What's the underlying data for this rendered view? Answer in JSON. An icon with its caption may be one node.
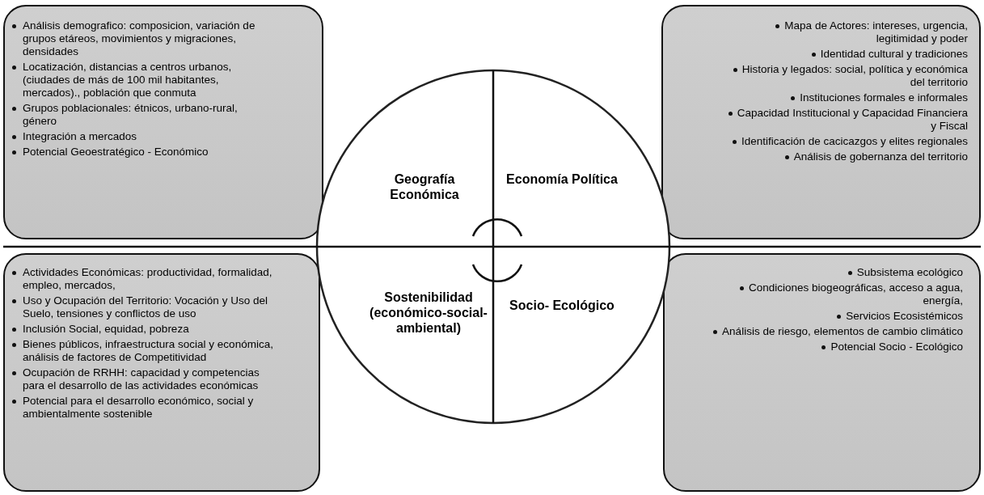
{
  "diagram": {
    "nodes": [
      {
        "text": [
          "Análisis demografico: composicion, variación de grupos etáreos, movimientos y migraciones, densidades",
          "Locatización, distancias a centros urbanos, (ciudades de más de 100 mil habitantes, mercados)., población que conmuta",
          "Grupos poblacionales: étnicos, urbano-rural, género",
          "Integración a mercados",
          "Potencial Geoestratégico - Económico"
        ]
      },
      {
        "text": [
          "Mapa de Actores: intereses, urgencia, legitimidad y poder",
          "Identidad cultural y tradiciones",
          "Historia y legados: social, política y económica del territorio",
          "Instituciones formales e informales",
          "Capacidad Institucional y Capacidad Financiera y Fiscal",
          "Identificación de cacicazgos y elites regionales",
          "Análisis de gobernanza del territorio"
        ]
      },
      {
        "text": [
          "Actividades Económicas: productividad, formalidad, empleo, mercados,",
          "Uso y Ocupación del Territorio: Vocación y Uso del Suelo, tensiones y conflictos de uso",
          "Inclusión Social, equidad, pobreza",
          "Bienes públicos, infraestructura social y económica, análisis de factores de Competitividad",
          "Ocupación de RRHH: capacidad y competencias para el desarrollo de las actividades económicas",
          "Potencial para el desarrollo económico, social y ambientalmente sostenible"
        ]
      },
      {
        "text": [
          "Subsistema ecológico",
          "Condiciones biogeográficas, acceso a agua, energía,",
          "Servicios Ecosistémicos",
          "Análisis de riesgo, elementos de cambio climático",
          "Potencial Socio - Ecológico"
        ]
      },
      {
        "text": [
          "Geografía Económica"
        ]
      },
      {
        "text": [
          "Economía Política"
        ]
      },
      {
        "text": [
          "Sostenibilidad (económico-social-ambiental)"
        ]
      },
      {
        "text": [
          "Socio- Ecológico"
        ]
      }
    ]
  }
}
